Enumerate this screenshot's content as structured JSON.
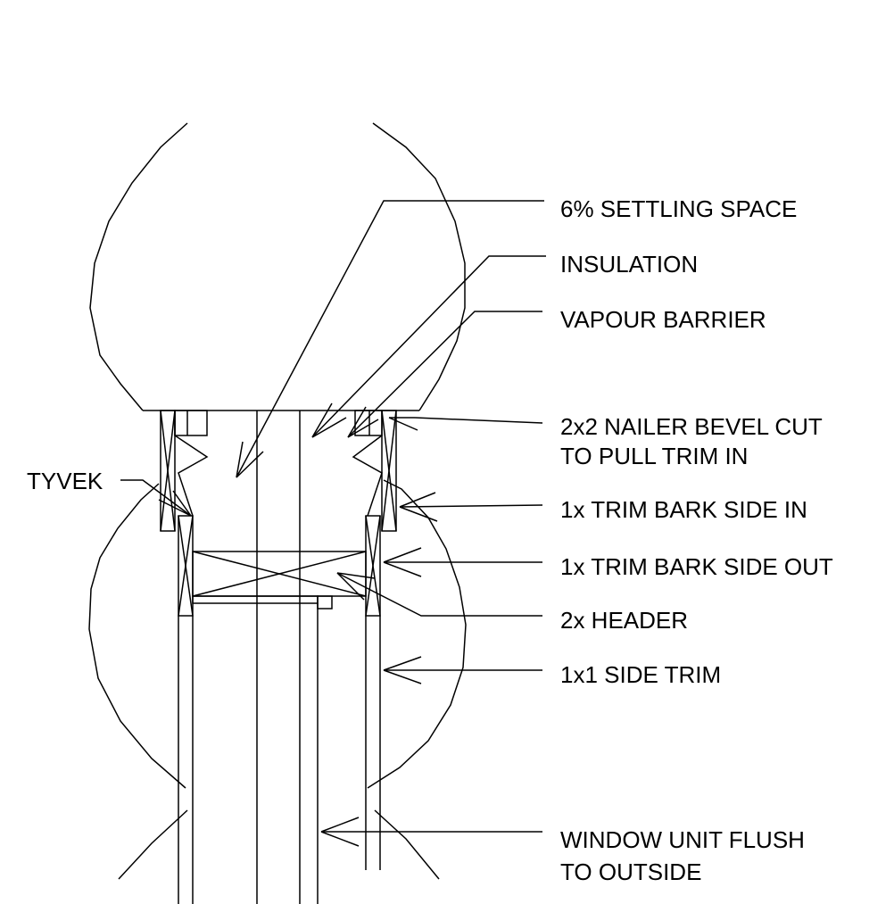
{
  "labels": {
    "settling_space": "6% SETTLING SPACE",
    "insulation": "INSULATION",
    "vapour_barrier": "VAPOUR BARRIER",
    "nailer_line1": "2x2 NAILER BEVEL CUT",
    "nailer_line2": "TO PULL TRIM IN",
    "trim_in": "1x TRIM BARK SIDE IN",
    "trim_out": "1x TRIM BARK SIDE OUT",
    "header": "2x HEADER",
    "side_trim": "1x1 SIDE TRIM",
    "window_line1": "WINDOW UNIT FLUSH",
    "window_line2": "TO OUTSIDE",
    "tyvek": "TYVEK"
  },
  "colors": {
    "line": "#000000",
    "background": "#ffffff"
  }
}
